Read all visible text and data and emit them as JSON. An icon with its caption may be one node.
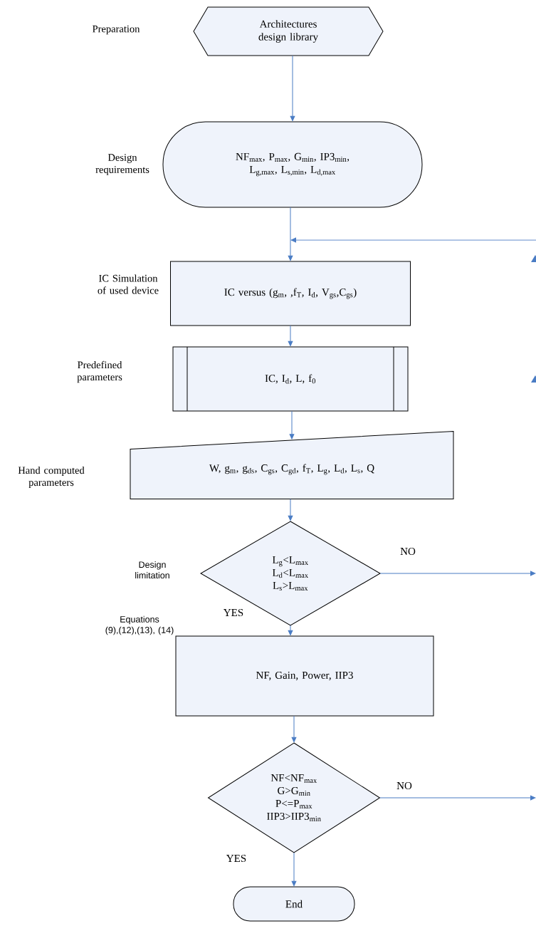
{
  "diagram": {
    "nodes": [
      {
        "text": [
          "Architectures design library"
        ]
      },
      {
        "text": [
          "NF$_{max}$, P$_{max}$, G$_{min}$, IP3$_{min}$, L$_{g,max}$, L$_{s,min}$, L$_{d,max}$"
        ],
        "beside": [
          "Design requirements"
        ]
      },
      {
        "text": [
          "IC versus (g$_{m}$, ,f$_{T}$, I$_{d}$, V$_{gs}$,C$_{gs}$)"
        ],
        "beside": [
          "IC Simulation of used device"
        ]
      },
      {
        "text": [
          "IC, I$_{d}$, L, f$_{0}$"
        ]
      },
      {
        "text": [
          "W, g$_{m}$, g$_{ds}$, C$_{gs}$, C$_{gd}$, f$_{T}$, L$_{g}$, L$_{d}$, L$_{s}$, Q"
        ]
      },
      {
        "text": [
          "L$_{g}$<L$_{max}$ L$_{d}$<L$_{max}$ L$_{s}$>L$_{max}$"
        ],
        "beside": [
          "Design limitation"
        ]
      },
      {
        "text": [
          "NF, Gain, Power, IIP3"
        ],
        "beside": [
          "Equations (9),(12),(13), (14)"
        ]
      },
      {
        "text": [
          "NF<NF$_{max}$ G>G$_{min}$ P<=P$_{max}$ IIP3>IIP3$_{min}$"
        ]
      },
      {
        "text": [
          "End"
        ]
      }
    ],
    "edges": [
      {
        "from": 0,
        "to": 1,
        "arrow": "to"
      },
      {
        "from": 1,
        "to": 2,
        "arrow": "to"
      },
      {
        "from": 2,
        "to": 3,
        "arrow": "to"
      },
      {
        "from": 3,
        "to": 4,
        "arrow": "to"
      },
      {
        "from": 4,
        "to": 5,
        "arrow": "to"
      },
      {
        "from": 5,
        "to": 6,
        "arrow": "to",
        "label": "YES"
      },
      {
        "from": 6,
        "to": 7,
        "arrow": "to"
      },
      {
        "from": 7,
        "to": 8,
        "arrow": "to",
        "label": "YES"
      },
      {
        "from": 5,
        "to": null,
        "arrow": "to",
        "label": "NO"
      },
      {
        "from": 7,
        "to": null,
        "arrow": "to",
        "label": "NO"
      },
      {
        "from": null,
        "to": 2,
        "arrow": "to"
      }
    ],
    "labels": [
      "Preparation",
      "Predefined parameters",
      "Hand computed parameters"
    ]
  }
}
